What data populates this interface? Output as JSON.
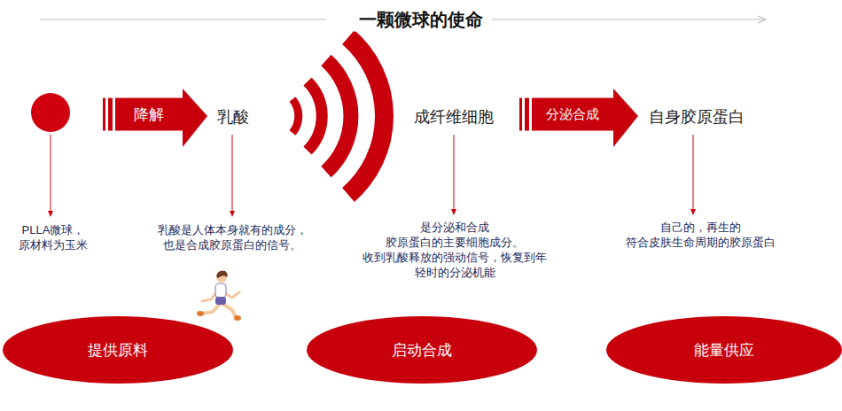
{
  "diagram": {
    "title": "一颗微球的使命",
    "nodes": [
      {
        "text": [
          "降解"
        ]
      },
      {
        "text": [
          "分泌合成"
        ]
      },
      {
        "text": [
          "提供原料"
        ]
      },
      {
        "text": [
          "启动合成"
        ]
      },
      {
        "text": [
          "能量供应"
        ]
      }
    ],
    "labels": [
      "乳酸",
      "成纤维细胞",
      "自身胶原蛋白",
      "PLLA微球， 原材料为玉米",
      "乳酸是人体本身就有的成分， 也是合成胶原蛋白的信号。",
      "是分泌和合成 胶原蛋白的主要细胞成分。 收到乳酸释放的强动信号，恢复到年 轻时的分泌机能",
      "自己的，再生的 符合皮肤生命周期的胶原蛋白"
    ]
  }
}
